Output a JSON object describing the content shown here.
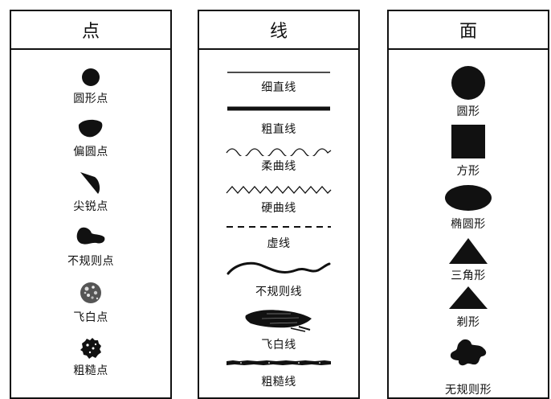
{
  "columns": {
    "point": {
      "title": "点",
      "items": [
        "圆形点",
        "偏圆点",
        "尖锐点",
        "不规则点",
        "飞白点",
        "粗糙点"
      ]
    },
    "line": {
      "title": "线",
      "items": [
        "细直线",
        "粗直线",
        "柔曲线",
        "硬曲线",
        "虚线",
        "不规则线",
        "飞白线",
        "粗糙线"
      ]
    },
    "plane": {
      "title": "面",
      "items": [
        "圆形",
        "方形",
        "椭圆形",
        "三角形",
        "剃形",
        "无规则形"
      ]
    }
  }
}
